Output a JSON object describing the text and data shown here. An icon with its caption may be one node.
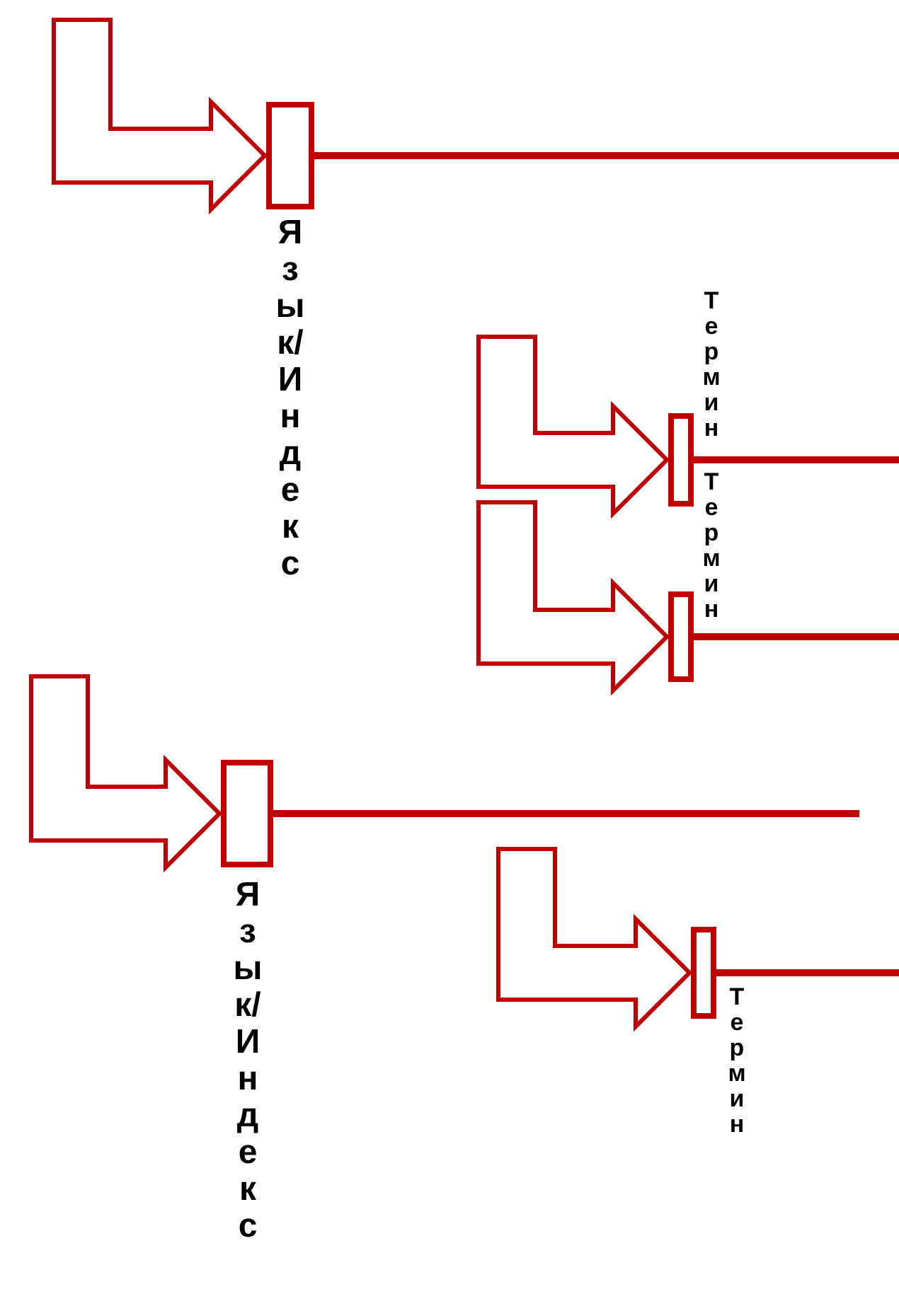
{
  "diagram": {
    "nodes": [
      {
        "text": [],
        "shape": "box",
        "beside": [
          "Язык/Индекс"
        ]
      },
      {
        "text": [],
        "shape": "box",
        "beside": [
          "Термин"
        ]
      },
      {
        "text": [],
        "shape": "box",
        "beside": [
          "Термин"
        ]
      },
      {
        "text": [],
        "shape": "box",
        "beside": [
          "Язык/Индекс"
        ]
      },
      {
        "text": [],
        "shape": "box",
        "beside": [
          "Термин"
        ]
      }
    ],
    "edges": [
      {
        "from": null,
        "to": 0,
        "arrow": "to"
      },
      {
        "from": 0,
        "to": null,
        "arrow": "none"
      },
      {
        "from": null,
        "to": 1,
        "arrow": "to"
      },
      {
        "from": 1,
        "to": null,
        "arrow": "none"
      },
      {
        "from": null,
        "to": 2,
        "arrow": "to"
      },
      {
        "from": 2,
        "to": null,
        "arrow": "none"
      },
      {
        "from": null,
        "to": 3,
        "arrow": "to"
      },
      {
        "from": 3,
        "to": null,
        "arrow": "none"
      },
      {
        "from": null,
        "to": 4,
        "arrow": "to"
      },
      {
        "from": 4,
        "to": null,
        "arrow": "none"
      }
    ]
  }
}
